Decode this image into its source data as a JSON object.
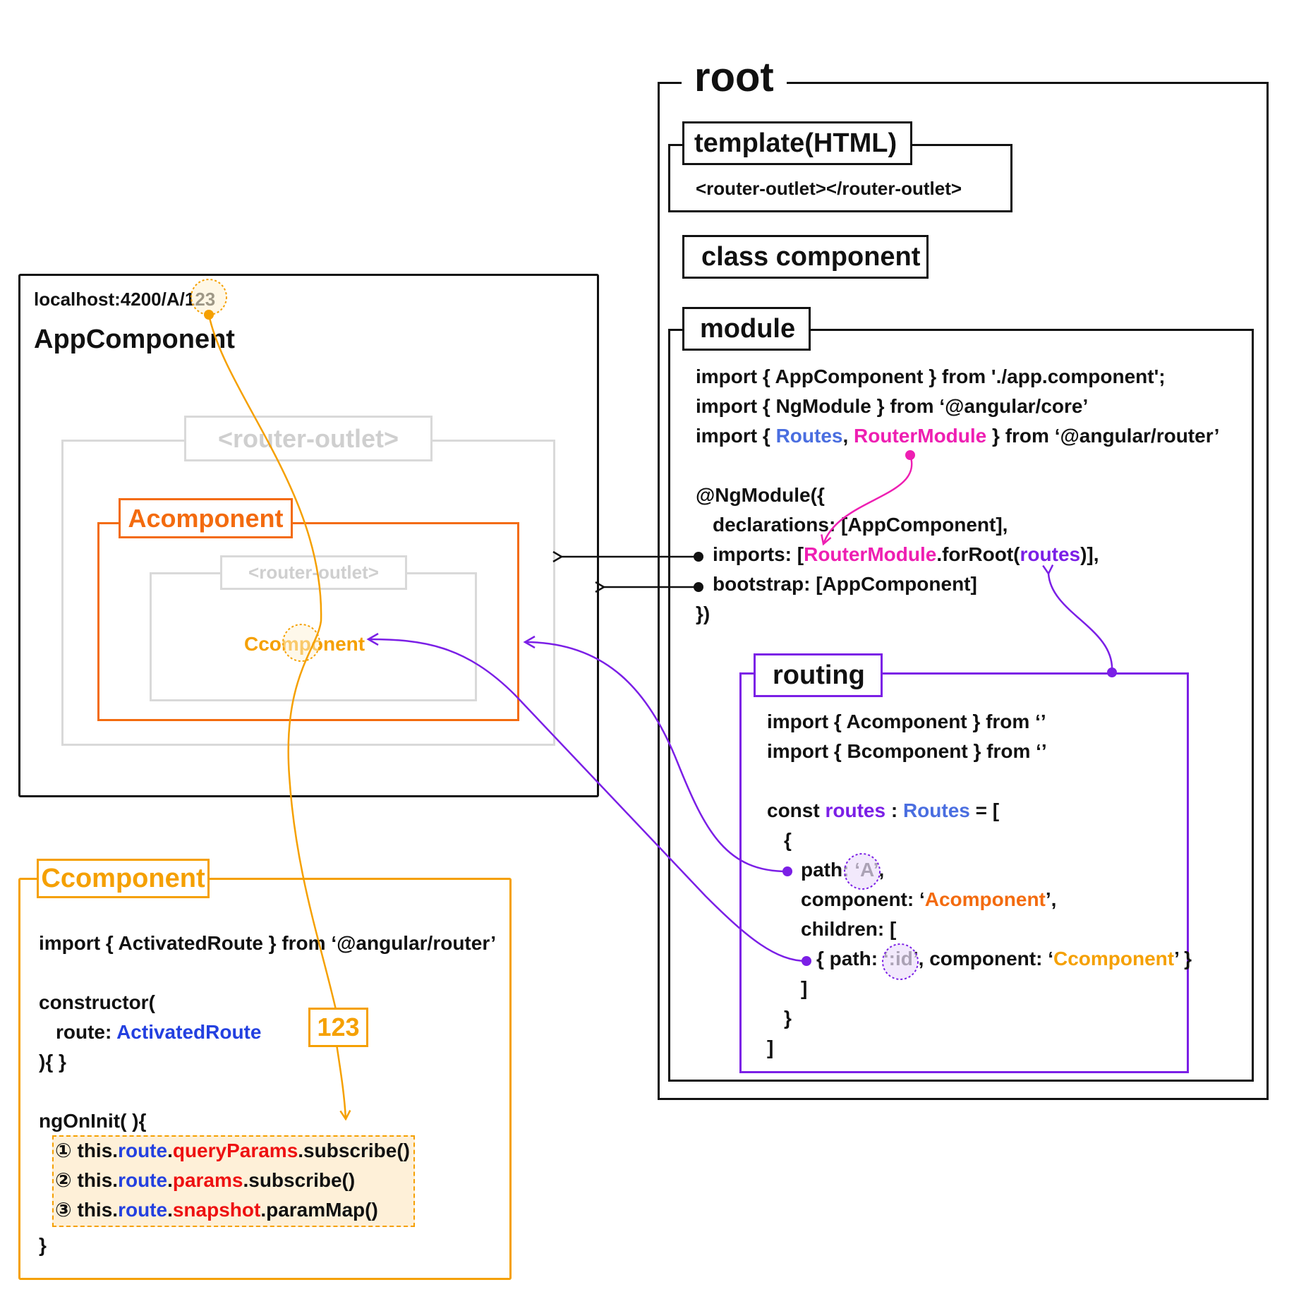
{
  "root": {
    "title": "root",
    "template": {
      "title": "template(HTML)",
      "content": "<router-outlet></router-outlet>"
    },
    "class_component": "class component",
    "module": {
      "title": "module",
      "imports": [
        {
          "a": "import { AppComponent } from './app.component';"
        },
        {
          "a": "import { NgModule } from ‘@angular/core’"
        },
        {
          "a": "import { ",
          "b": "Routes",
          "c": ", ",
          "d": "RouterModule",
          "e": " } from ‘@angular/router’"
        }
      ],
      "decorator": "@NgModule({",
      "declarations": "declarations: [AppComponent],",
      "imports_line": {
        "a": "imports: [",
        "b": "RouterModule",
        "c": ".forRoot(",
        "d": "routes",
        "e": ")],"
      },
      "bootstrap": "bootstrap: [AppComponent]",
      "close": "})"
    },
    "routing": {
      "title": "routing",
      "import_a": "import { Acomponent } from ‘’",
      "import_b": "import { Bcomponent } from ‘’",
      "const_line": {
        "a": "const ",
        "b": "routes",
        "c": " : ",
        "d": "Routes",
        "e": " = ["
      },
      "open_brace": "{",
      "path_line": {
        "a": "path: ",
        "b": "‘A’,"
      },
      "component_line": {
        "a": "component: ‘",
        "b": "Acomponent",
        "c": "’,"
      },
      "children_line": "children: [",
      "child_line": {
        "a": "{ path: ",
        "b": "‘:id’,",
        "c": " component: ‘",
        "d": "Ccomponent",
        "e": "’ }"
      },
      "close_bracket": "]",
      "close_brace": "}",
      "close_array": "]"
    }
  },
  "app": {
    "url_prefix": "localhost:4200/A/",
    "url_param": "123",
    "title": "AppComponent",
    "outer_outlet": "<router-outlet>",
    "acomponent": "Acomponent",
    "inner_outlet": "<router-outlet>",
    "ccomponent": "Ccomponent"
  },
  "ccomponent_panel": {
    "title": "Ccomponent",
    "import_line": "import { ActivatedRoute } from ‘@angular/router’",
    "constructor_open": "constructor(",
    "route_param": {
      "a": "route: ",
      "b": "ActivatedRoute"
    },
    "constructor_close": "){ }",
    "ng_on_init": "ngOnInit( ){",
    "value_badge": "123",
    "methods": [
      {
        "num": "①",
        "a": " this.",
        "b": "route",
        "c": ".",
        "d": "queryParams",
        "e": ".subscribe()"
      },
      {
        "num": "②",
        "a": " this.",
        "b": "route",
        "c": ".",
        "d": "params",
        "e": ".subscribe()"
      },
      {
        "num": "③",
        "a": " this.",
        "b": "route",
        "c": ".",
        "d": "snapshot",
        "e": ".paramMap()"
      }
    ],
    "close": "}"
  },
  "colors": {
    "root_border": "#111111",
    "routing": "#7b1fe6",
    "router_module": "#ee1fb2",
    "routes_type": "#4a6ee0",
    "acomponent": "#f36b0f",
    "ccomponent": "#f5a000",
    "activated_route": "#2340e0",
    "route_props": "#ee1111",
    "outlet_gray": "#cfcfcf"
  }
}
